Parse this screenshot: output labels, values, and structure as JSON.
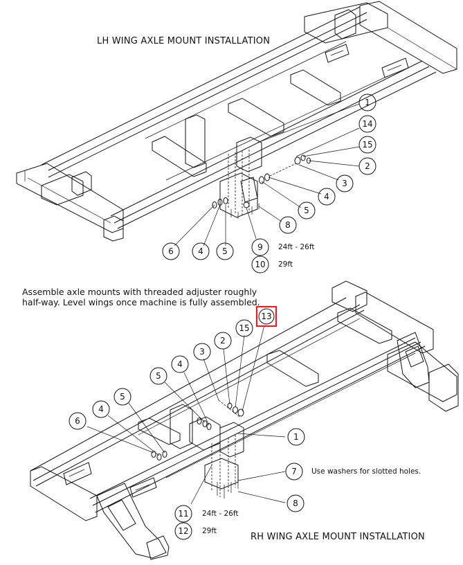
{
  "titles": {
    "lh": "LH WING AXLE MOUNT INSTALLATION",
    "rh": "RH WING AXLE MOUNT INSTALLATION"
  },
  "notes": {
    "assembly_line1": "Assemble axle mounts with threaded adjuster roughly",
    "assembly_line2": "half-way. Level wings once machine is fully assembled.",
    "washers": "Use washers for slotted holes."
  },
  "sizes": {
    "lh_9": "24ft - 26ft",
    "lh_10": "29ft",
    "rh_11": "24ft - 26ft",
    "rh_12": "29ft"
  },
  "callouts": {
    "lh": [
      "1",
      "14",
      "15",
      "2",
      "3",
      "4",
      "5",
      "8",
      "6",
      "4",
      "5",
      "9",
      "10"
    ],
    "rh": [
      "13",
      "15",
      "2",
      "3",
      "4",
      "5",
      "4",
      "5",
      "6",
      "1",
      "7",
      "8",
      "11",
      "12"
    ]
  },
  "highlight": {
    "label": "13",
    "color": "#e0201c"
  }
}
